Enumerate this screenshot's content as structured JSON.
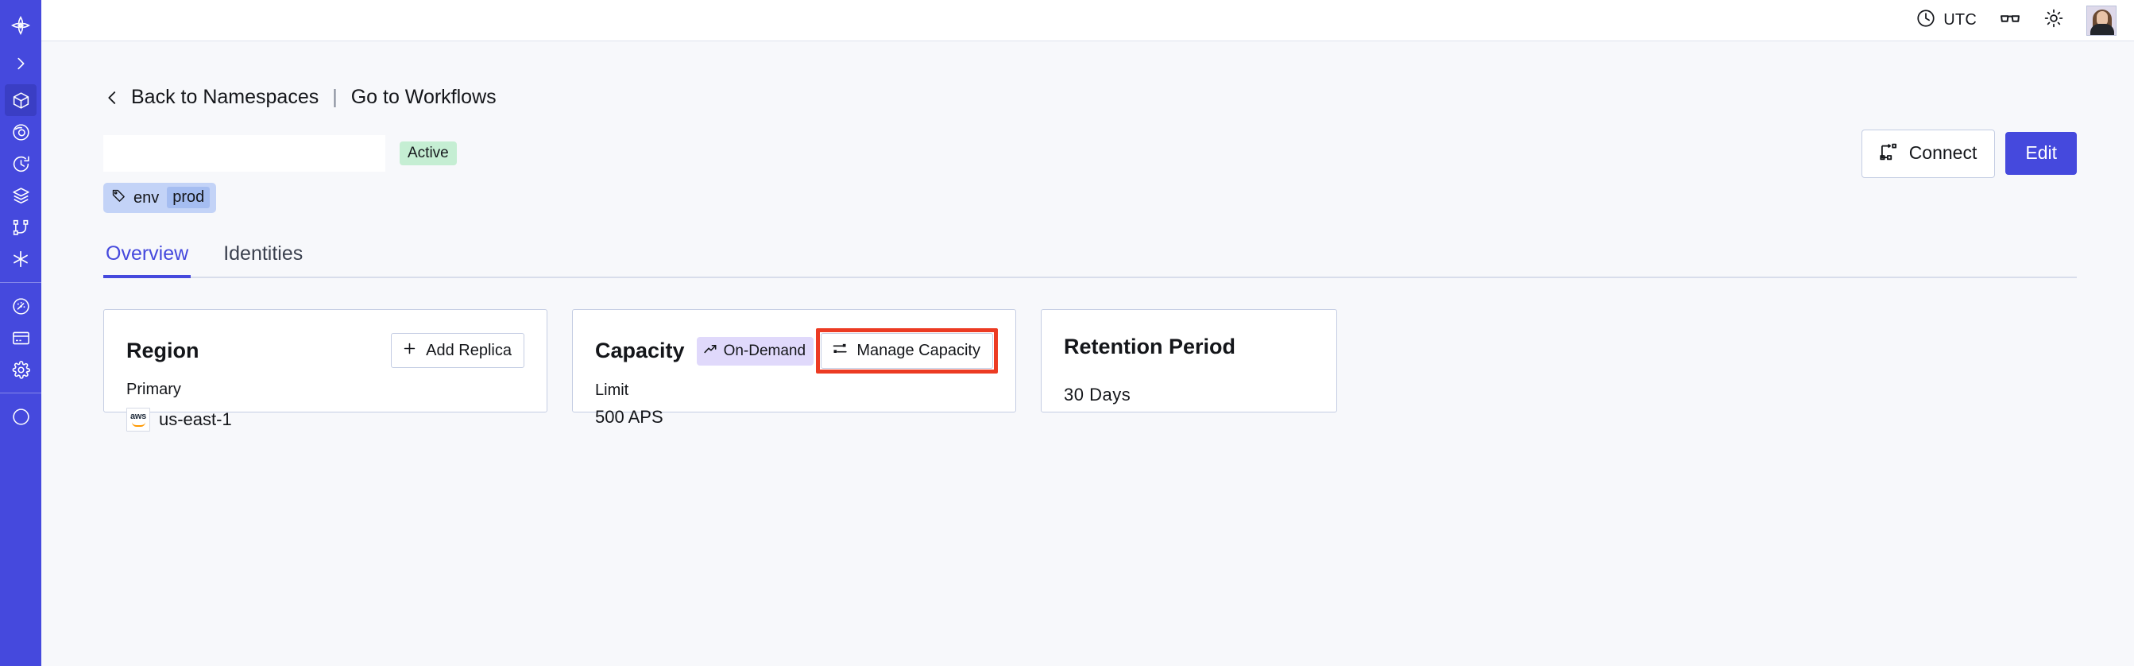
{
  "sidebar": {
    "items": [
      {
        "name": "brand-logo",
        "icon": "temporal-logo-icon"
      },
      {
        "name": "expand-sidebar",
        "icon": "chevron-right-icon"
      },
      {
        "name": "namespaces",
        "icon": "cube-icon",
        "active": true
      },
      {
        "name": "workflows",
        "icon": "eye-icon",
        "active": false
      },
      {
        "name": "schedules",
        "icon": "clock-rewind-icon",
        "active": false
      },
      {
        "name": "batch-operations",
        "icon": "layers-icon",
        "active": false
      },
      {
        "name": "task-queues",
        "icon": "git-branch-icon",
        "active": false
      },
      {
        "name": "nexus",
        "icon": "asterisk-icon",
        "active": false
      },
      {
        "name": "usage",
        "icon": "gauge-icon",
        "active": false
      },
      {
        "name": "billing",
        "icon": "credit-card-icon",
        "active": false
      },
      {
        "name": "settings",
        "icon": "gear-icon",
        "active": false
      }
    ]
  },
  "topbar": {
    "timezone_label": "UTC",
    "timezone_icon": "clock-icon",
    "glasses_icon": "glasses-icon",
    "theme_icon": "sun-icon",
    "avatar_icon": "user-avatar"
  },
  "breadcrumb": {
    "back_icon": "chevron-left-icon",
    "back_label": "Back to Namespaces",
    "separator": "|",
    "forward_label": "Go to Workflows"
  },
  "namespace": {
    "name": "",
    "status_badge": "Active",
    "tag": {
      "icon": "tag-icon",
      "key": "env",
      "value": "prod"
    }
  },
  "actions": {
    "connect_label": "Connect",
    "connect_icon": "connect-icon",
    "edit_label": "Edit"
  },
  "tabs": [
    {
      "label": "Overview",
      "active": true
    },
    {
      "label": "Identities",
      "active": false
    }
  ],
  "cards": {
    "region": {
      "title": "Region",
      "button_label": "Add Replica",
      "button_icon": "plus-icon",
      "label": "Primary",
      "provider_icon": "aws-logo",
      "provider_text": "aws",
      "value": "us-east-1"
    },
    "capacity": {
      "title": "Capacity",
      "badge_label": "On-Demand",
      "badge_icon": "trending-up-icon",
      "button_label": "Manage Capacity",
      "button_icon": "sliders-icon",
      "label": "Limit",
      "value": "500 APS"
    },
    "retention": {
      "title": "Retention Period",
      "value": "30 Days"
    }
  },
  "annotation": {
    "target": "manage-capacity-button",
    "color": "#ec3b23"
  },
  "colors": {
    "sidebar": "#4549dd",
    "sidebar_active": "#3a3ec4",
    "accent": "#4549dd",
    "page_bg": "#f7f8fb",
    "card_border": "#c4cde3",
    "status_active_bg": "#c5eed3",
    "tag_bg": "#c3d3f7",
    "tag_value_bg": "#a5bdf1",
    "ondemand_bg": "#e0d9fb",
    "annotation": "#ec3b23"
  }
}
